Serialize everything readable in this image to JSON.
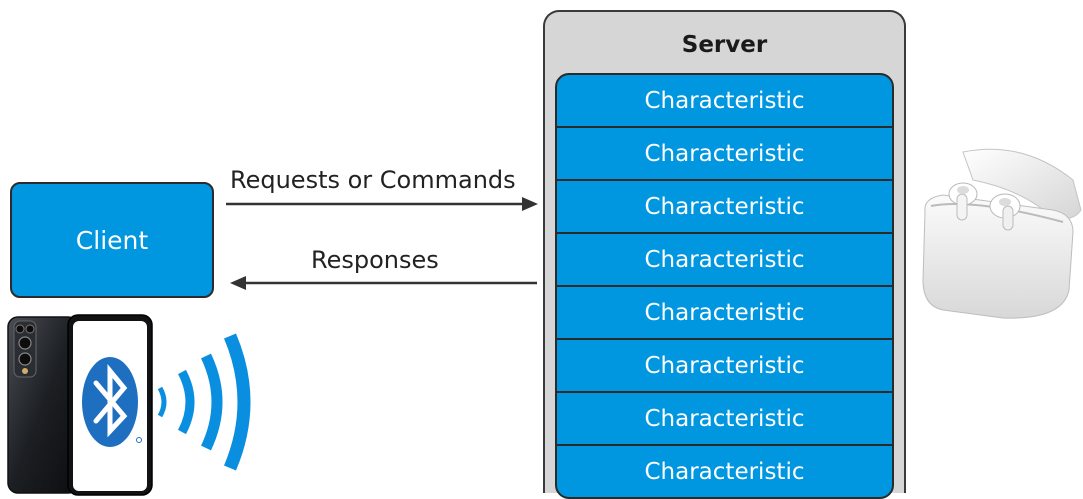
{
  "client": {
    "label": "Client"
  },
  "arrows": {
    "request_label": "Requests or Commands",
    "response_label": "Responses"
  },
  "server": {
    "title": "Server",
    "characteristics": [
      "Characteristic",
      "Characteristic",
      "Characteristic",
      "Characteristic",
      "Characteristic",
      "Characteristic",
      "Characteristic",
      "Characteristic"
    ]
  },
  "colors": {
    "accent_blue": "#0096e0",
    "server_gray": "#d6d6d6",
    "bluetooth_blue": "#1f78c8",
    "wave_blue": "#0a8fe0"
  },
  "icons": {
    "phone": "smartphone-icon",
    "bluetooth": "bluetooth-icon",
    "signal": "wireless-signal-icon",
    "earbuds": "earbuds-case-icon"
  }
}
